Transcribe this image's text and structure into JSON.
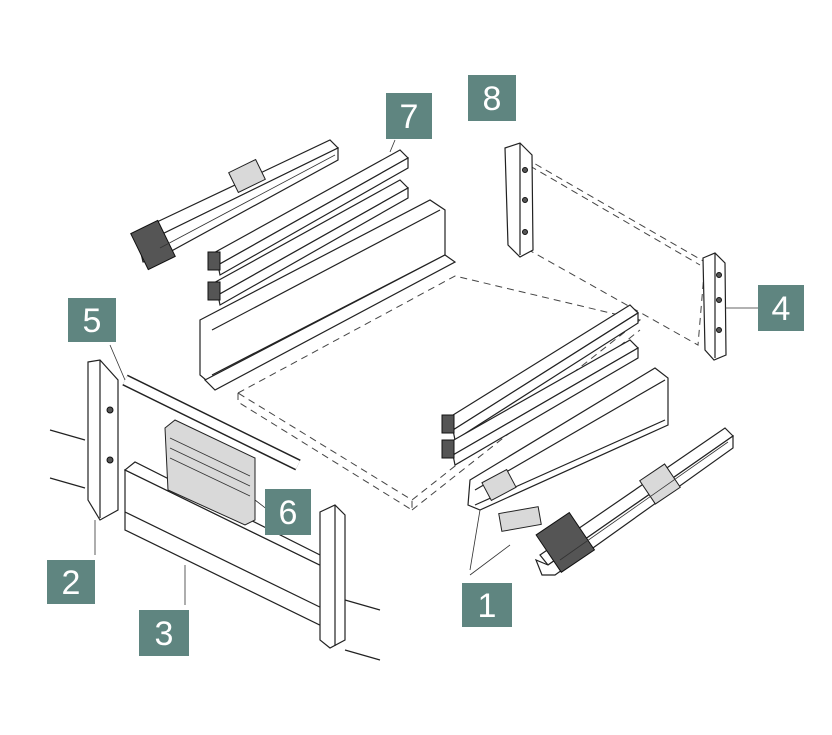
{
  "callouts": [
    {
      "id": "1",
      "label": "1"
    },
    {
      "id": "2",
      "label": "2"
    },
    {
      "id": "3",
      "label": "3"
    },
    {
      "id": "4",
      "label": "4"
    },
    {
      "id": "5",
      "label": "5"
    },
    {
      "id": "6",
      "label": "6"
    },
    {
      "id": "7",
      "label": "7"
    },
    {
      "id": "8",
      "label": "8"
    }
  ],
  "colors": {
    "callout_fill": "#5f8580",
    "callout_text": "#ffffff",
    "line": "#222222"
  }
}
